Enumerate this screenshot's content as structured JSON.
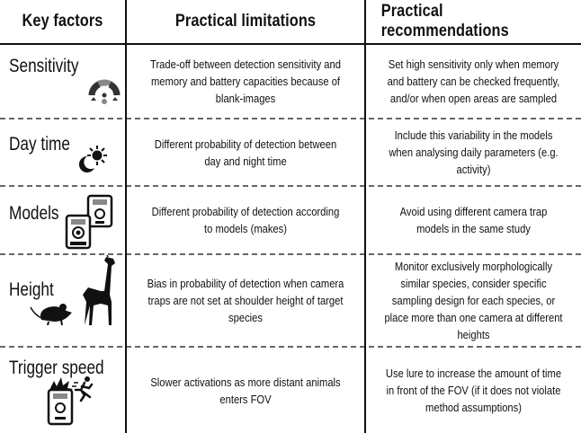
{
  "headers": {
    "key_factors": "Key factors",
    "limitations": "Practical limitations",
    "recommendations": "Practical recommendations"
  },
  "rows": [
    {
      "factor": "Sensitivity",
      "limitation": "Trade-off between detection sensitivity and memory and battery capacities because of blank-images",
      "recommendation": "Set high sensitivity only when memory and battery can be checked frequently, and/or when open areas are sampled",
      "icon": "sensitivity-gauge-icon"
    },
    {
      "factor": "Day time",
      "limitation": "Different probability of detection between day and night time",
      "recommendation": "Include this variability in the models when analysing daily parameters (e.g. activity)",
      "icon": "sun-moon-icon"
    },
    {
      "factor": "Models",
      "limitation": "Different probability of detection according to models (makes)",
      "recommendation": "Avoid using different camera trap models in the same study",
      "icon": "camera-trap-models-icon"
    },
    {
      "factor": "Height",
      "limitation": "Bias in probability of detection when camera traps are not set at shoulder height of target species",
      "recommendation": "Monitor exclusively morphologically similar species, consider specific sampling design for each species, or place more than one camera at different heights",
      "icon": "mouse-giraffe-icon"
    },
    {
      "factor": "Trigger speed",
      "limitation": "Slower activations as more distant animals enters FOV",
      "recommendation": "Use lure to increase the amount of time in front of the FOV (if it does not violate method assumptions)",
      "icon": "trigger-camera-runner-icon"
    }
  ],
  "colors": {
    "line": "#111111",
    "dash": "#666666",
    "icon_gray": "#888888"
  }
}
